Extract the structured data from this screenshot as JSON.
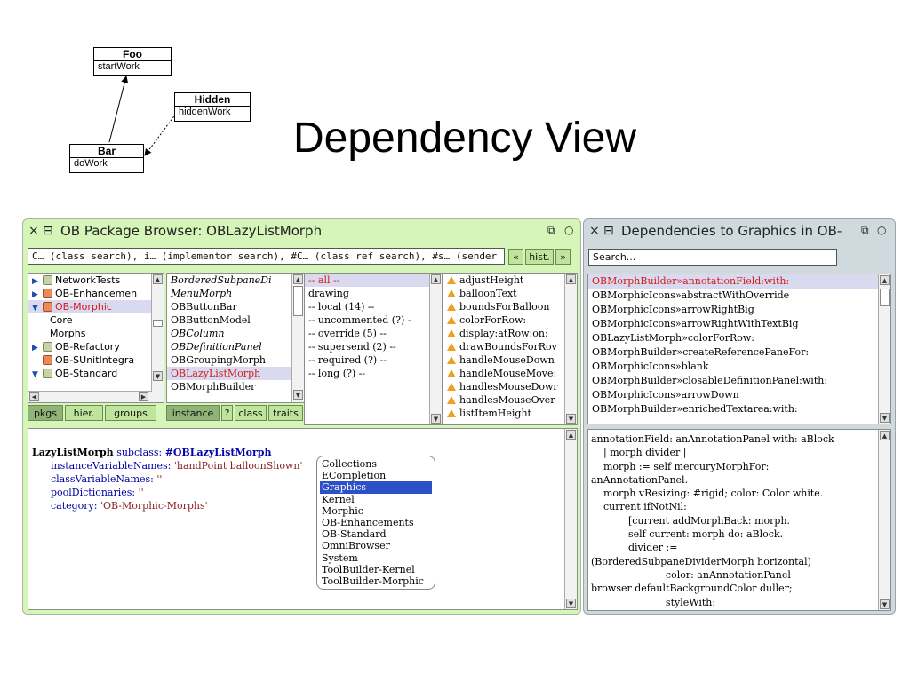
{
  "slide": {
    "title": "Dependency View"
  },
  "uml": {
    "foo": {
      "name": "Foo",
      "method": "startWork"
    },
    "hidden": {
      "name": "Hidden",
      "method": "hiddenWork"
    },
    "bar": {
      "name": "Bar",
      "method": "doWork"
    }
  },
  "browser": {
    "title": "OB Package Browser: OBLazyListMorph",
    "close_icon": "×",
    "menu_icon": "⊟",
    "collapse_icon": "⧉",
    "expand_icon": "○",
    "search_text": "C… (class search), i… (implementor search), #C… (class ref search), #s… (sender",
    "nav_back": "«",
    "hist": "hist.",
    "nav_forward": "»",
    "packages": [
      {
        "label": "NetworkTests",
        "expander": "▶",
        "icon": "plain"
      },
      {
        "label": "OB-Enhancemen",
        "expander": "▶",
        "icon": "orange"
      },
      {
        "label": "OB-Morphic",
        "expander": "▼",
        "icon": "orange",
        "selected": true
      },
      {
        "label": "Core",
        "expander": "",
        "icon": "none",
        "indent": true
      },
      {
        "label": "Morphs",
        "expander": "",
        "icon": "none",
        "indent": true
      },
      {
        "label": "OB-Refactory",
        "expander": "▶",
        "icon": "plain"
      },
      {
        "label": "OB-SUnitIntegra",
        "expander": "",
        "icon": "orange"
      },
      {
        "label": "OB-Standard",
        "expander": "▼",
        "icon": "plain"
      }
    ],
    "classes": [
      {
        "label": "BorderedSubpaneDi",
        "italic": true
      },
      {
        "label": "MenuMorph",
        "italic": true
      },
      {
        "label": "OBButtonBar"
      },
      {
        "label": "OBButtonModel"
      },
      {
        "label": "OBColumn",
        "italic": true
      },
      {
        "label": "OBDefinitionPanel",
        "italic": true
      },
      {
        "label": "OBGroupingMorph"
      },
      {
        "label": "OBLazyListMorph",
        "selected": true
      },
      {
        "label": "OBMorphBuilder"
      }
    ],
    "categories": [
      {
        "label": "-- all --",
        "selected": true
      },
      {
        "label": "drawing"
      },
      {
        "label": "-- local (14) --"
      },
      {
        "label": "-- uncommented (?) -"
      },
      {
        "label": "-- override (5) --"
      },
      {
        "label": "-- supersend (2) --"
      },
      {
        "label": "-- required (?) --"
      },
      {
        "label": "-- long (?) --"
      }
    ],
    "methods": [
      "adjustHeight",
      "balloonText",
      "boundsForBalloon",
      "colorForRow:",
      "display:atRow:on:",
      "drawBoundsForRov",
      "handleMouseDown",
      "handleMouseMove:",
      "handlesMouseDowr",
      "handlesMouseOver",
      "listItemHeight"
    ],
    "buttons": {
      "pkgs": "pkgs",
      "hier": "hier.",
      "groups": "groups",
      "instance": "instance",
      "help": "?",
      "class": "class",
      "traits": "traits"
    },
    "definition": {
      "line1_class": "LazyListMorph",
      "line1_kw": "subclass:",
      "line1_sym": "#OBLazyListMorph",
      "line2_kw": "instanceVariableNames:",
      "line2_str": "'handPoint balloonShown'",
      "line3_kw": "classVariableNames:",
      "line3_str": "''",
      "line4_kw": "poolDictionaries:",
      "line4_str": "''",
      "line5_kw": "category:",
      "line5_str": "'OB-Morphic-Morphs'"
    },
    "popup_items": [
      "Collections",
      "ECompletion",
      "Graphics",
      "Kernel",
      "Morphic",
      "OB-Enhancements",
      "OB-Standard",
      "OmniBrowser",
      "System",
      "ToolBuilder-Kernel",
      "ToolBuilder-Morphic"
    ],
    "popup_selected": "Graphics"
  },
  "deps": {
    "title": "Dependencies to Graphics in OB-",
    "search_placeholder": "Search...",
    "list": [
      "OBMorphBuilder»annotationField:with:",
      "OBMorphicIcons»abstractWithOverride",
      "OBMorphicIcons»arrowRightBig",
      "OBMorphicIcons»arrowRightWithTextBig",
      "OBLazyListMorph»colorForRow:",
      "OBMorphBuilder»createReferencePaneFor:",
      "OBMorphicIcons»blank",
      "OBMorphBuilder»closableDefinitionPanel:with:",
      "OBMorphicIcons»arrowDown",
      "OBMorphBuilder»enrichedTextarea:with:"
    ],
    "code": [
      "annotationField: anAnnotationPanel with: aBlock",
      "    | morph divider |",
      "    morph := self mercuryMorphFor:",
      "anAnnotationPanel.",
      "    morph vResizing: #rigid; color: Color white.",
      "    current ifNotNil:",
      "            [current addMorphBack: morph.",
      "            self current: morph do: aBlock.",
      "            divider :=",
      "(BorderedSubpaneDividerMorph horizontal)",
      "                        color: anAnnotationPanel",
      "browser defaultBackgroundColor duller;",
      "                        styleWith:"
    ]
  },
  "colors": {
    "browser_bg": "#d6f5b8",
    "deps_bg": "#cfd9de",
    "popup_highlight": "#2c50c8",
    "accent_red": "#d21c1c"
  }
}
